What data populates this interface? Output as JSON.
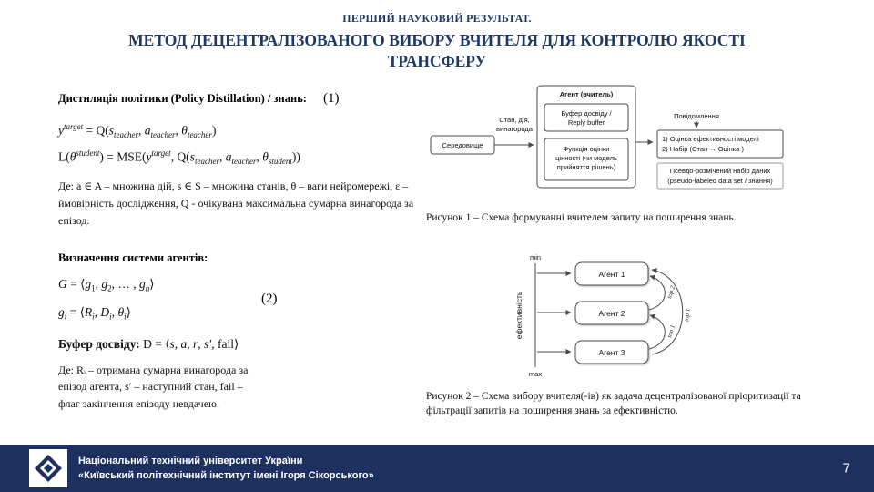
{
  "colors": {
    "title_blue": "#1f3864",
    "footer_bg": "#1e3060"
  },
  "header": {
    "kicker": "ПЕРШИЙ НАУКОВИЙ РЕЗУЛЬТАТ.",
    "title": "МЕТОД ДЕЦЕНТРАЛІЗОВАНОГО ВИБОРУ ВЧИТЕЛЯ ДЛЯ КОНТРОЛЮ ЯКОСТІ ТРАНСФЕРУ"
  },
  "left": {
    "distill_heading": "Дистиляція політики (Policy Distillation) / знань:",
    "eq1_number": "(1)",
    "eq2_number": "(2)",
    "eq1": [
      {
        "v": "y",
        "i": 1
      },
      {
        "t": "sup",
        "v": "target",
        "i": 1
      },
      {
        "v": " = Q("
      },
      {
        "v": "s",
        "i": 1
      },
      {
        "t": "sub",
        "v": "teacher",
        "i": 1
      },
      {
        "v": ", "
      },
      {
        "v": "a",
        "i": 1
      },
      {
        "t": "sub",
        "v": "teacher",
        "i": 1
      },
      {
        "v": ", "
      },
      {
        "v": "θ",
        "i": 1
      },
      {
        "t": "sub",
        "v": "teacher",
        "i": 1
      },
      {
        "v": ")"
      }
    ],
    "eq2": [
      {
        "v": "L("
      },
      {
        "v": "θ",
        "i": 1
      },
      {
        "t": "sup",
        "v": "student",
        "i": 1
      },
      {
        "v": ") = MSE("
      },
      {
        "v": "y",
        "i": 1
      },
      {
        "t": "sup",
        "v": "target",
        "i": 1
      },
      {
        "v": ", Q("
      },
      {
        "v": "s",
        "i": 1
      },
      {
        "t": "sub",
        "v": "teacher",
        "i": 1
      },
      {
        "v": ", "
      },
      {
        "v": "a",
        "i": 1
      },
      {
        "t": "sub",
        "v": "teacher",
        "i": 1
      },
      {
        "v": ", "
      },
      {
        "v": "θ",
        "i": 1
      },
      {
        "t": "sub",
        "v": "student",
        "i": 1
      },
      {
        "v": "))"
      }
    ],
    "note1": "Де: a ∈ A – множина дій, s ∈ S – множина станів, θ – ваги нейромережі, ε – ймовірність дослідження, Q - очікувана максимальна сумарна винагорода за епізод.",
    "agents_heading": "Визначення системи агентів:",
    "eq3": [
      {
        "v": "G",
        "i": 1
      },
      {
        "v": " = ⟨"
      },
      {
        "v": "g",
        "i": 1
      },
      {
        "t": "sub",
        "v": "1"
      },
      {
        "v": ", "
      },
      {
        "v": "g",
        "i": 1
      },
      {
        "t": "sub",
        "v": "2"
      },
      {
        "v": ", … , "
      },
      {
        "v": "g",
        "i": 1
      },
      {
        "t": "sub",
        "v": "n",
        "i": 1
      },
      {
        "v": "⟩"
      }
    ],
    "eq4": [
      {
        "v": "g",
        "i": 1
      },
      {
        "t": "sub",
        "v": "i",
        "i": 1
      },
      {
        "v": " = ⟨"
      },
      {
        "v": "R",
        "i": 1
      },
      {
        "t": "sub",
        "v": "i",
        "i": 1
      },
      {
        "v": ", "
      },
      {
        "v": "D",
        "i": 1
      },
      {
        "t": "sub",
        "v": "i",
        "i": 1
      },
      {
        "v": ", "
      },
      {
        "v": "θ",
        "i": 1
      },
      {
        "t": "sub",
        "v": "i",
        "i": 1
      },
      {
        "v": "⟩"
      }
    ],
    "buffer": [
      {
        "v": "Буфер досвіду: ",
        "b": 1
      },
      {
        "v": "D = ⟨"
      },
      {
        "v": "s",
        "i": 1
      },
      {
        "v": ", "
      },
      {
        "v": "a",
        "i": 1
      },
      {
        "v": ", "
      },
      {
        "v": "r",
        "i": 1
      },
      {
        "v": ", "
      },
      {
        "v": "s′",
        "i": 1
      },
      {
        "v": ", "
      },
      {
        "v": "fail"
      },
      {
        "v": "⟩"
      }
    ],
    "note2": "Де: Rᵢ – отримана сумарна винагорода за епізод агента, s′ – наступний стан, fail – флаг закінчення епізоду невдачею."
  },
  "fig1": {
    "env_box": "Середовище",
    "arrow_l1": "Стан, дія,",
    "arrow_l2": "винагорода",
    "agent_label": "Агент (вчитель)",
    "buffer_l1": "Буфер досвіду /",
    "buffer_l2": "Reply buffer",
    "value_l1": "Функція оцінки",
    "value_l2": "цінності (чи модель",
    "value_l3": "прийняття рішень)",
    "message_label": "Повідомлення",
    "msg_l1": "1) Оцінка ефективності моделі",
    "msg_l2": "2) Набір (Стан → Оцінка )",
    "pseudo_l1": "Псевдо-розмічений набір даних",
    "pseudo_l2": "(pseudo-labeled data set / знання)",
    "caption": "Рисунок 1 – Схема формуванні вчителем запиту на поширення знань."
  },
  "fig2": {
    "min": "min",
    "max": "max",
    "axis_label": "ефективність",
    "agents": [
      "Агент 1",
      "Агент 2",
      "Агент 3"
    ],
    "top2": "top 2",
    "top1a": "top 1",
    "top1b": "top 1",
    "caption": "Рисунок 2 – Схема вибору вчителя(-ів) як задача децентралізованої пріоритизації та фільтрації запитів на поширення знань за ефективністю."
  },
  "footer": {
    "line1": "Національний технічний університет України",
    "line2": "«Київський політехнічний інститут імені Ігоря Сікорського»",
    "page": "7"
  }
}
